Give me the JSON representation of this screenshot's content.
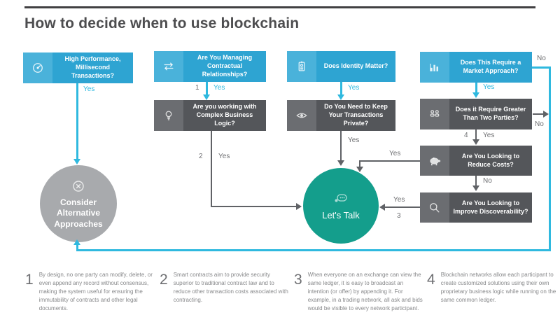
{
  "title": "How to decide when to use blockchain",
  "labels": {
    "yes": "Yes",
    "no": "No",
    "n1": "1",
    "n2": "2",
    "n3": "3",
    "n4": "4"
  },
  "colors": {
    "box_blue": "#2EA4D2",
    "box_blue_icon": "#4AB2DA",
    "box_dark": "#54565A",
    "box_dark_icon": "#6B6D71",
    "arrow_cyan": "#2FB9DF",
    "arrow_dark": "#606266",
    "circle_teal": "#149E8C",
    "circle_gray": "#A8AAAD",
    "title_text": "#4D4D4F",
    "note_text": "#87888A"
  },
  "nodes": {
    "high_performance": {
      "label": "High Performance, Millisecond Transactions?",
      "icon": "speedometer-icon"
    },
    "contractual": {
      "label": "Are You Managing Contractual Relationships?",
      "icon": "swap-arrows-icon"
    },
    "identity": {
      "label": "Does Identity Matter?",
      "icon": "id-badge-icon"
    },
    "market": {
      "label": "Does This Require a Market Approach?",
      "icon": "bar-chart-icon"
    },
    "business_logic": {
      "label": "Are you working with Complex Business Logic?",
      "icon": "lightbulb-icon"
    },
    "private": {
      "label": "Do You Need to Keep Your Transactions Private?",
      "icon": "eye-icon"
    },
    "two_parties": {
      "label": "Does it Require Greater Than Two Parties?",
      "icon": "people-icon"
    },
    "reduce_costs": {
      "label": "Are You Looking to Reduce Costs?",
      "icon": "piggy-bank-icon"
    },
    "discoverability": {
      "label": "Are You Looking to Improve Discoverability?",
      "icon": "magnifier-icon"
    },
    "consider": {
      "label": "Consider Alternative Approaches",
      "icon": "x-circle-icon"
    },
    "talk": {
      "label": "Let's Talk",
      "icon": "chat-bubble-icon"
    }
  },
  "footnotes": [
    {
      "num": "1",
      "text": "By design, no one party can modify, delete, or even append any record without consensus, making the system useful for ensuring the immutability of contracts and other legal documents."
    },
    {
      "num": "2",
      "text": "Smart contracts aim to provide security superior to traditional contract law and to reduce other transaction costs associated with contracting."
    },
    {
      "num": "3",
      "text": "When everyone on an exchange can view the same ledger, it is easy to broadcast an intention (or offer) by appending it. For example, in a trading network, all ask and bids would be visible to every network participant."
    },
    {
      "num": "4",
      "text": "Blockchain networks allow each participant to create customized solutions using their own proprietary business logic while running on the same common ledger."
    }
  ]
}
